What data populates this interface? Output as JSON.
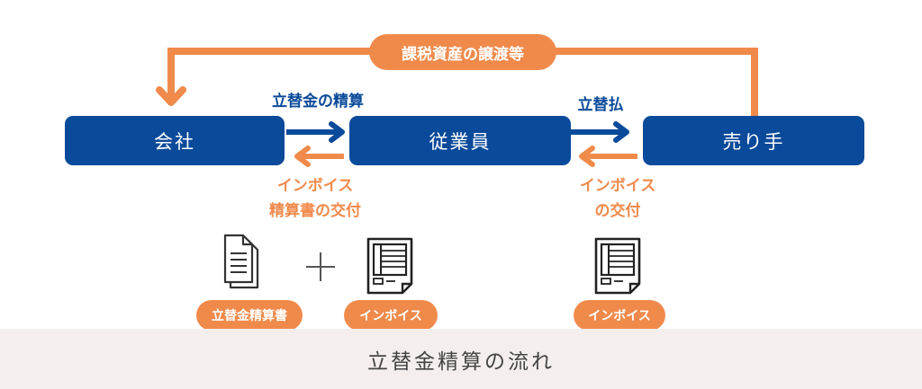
{
  "top_flow_label": "課税資産の譲渡等",
  "nodes": {
    "company": "会社",
    "employee": "従業員",
    "seller": "売り手"
  },
  "arrow_labels": {
    "reimbursement": "立替金の精算",
    "advance_payment": "立替払",
    "invoice_statement_line1": "インボイス",
    "invoice_statement_line2": "精算書の交付",
    "invoice_issue_line1": "インボイス",
    "invoice_issue_line2": "の交付"
  },
  "documents": {
    "statement_label": "立替金精算書",
    "invoice_label_1": "インボイス",
    "invoice_label_2": "インボイス"
  },
  "footer_title": "立替金精算の流れ",
  "colors": {
    "blue": "#0a4a9a",
    "orange": "#f08a4b",
    "footer_bg": "#f4efed"
  }
}
